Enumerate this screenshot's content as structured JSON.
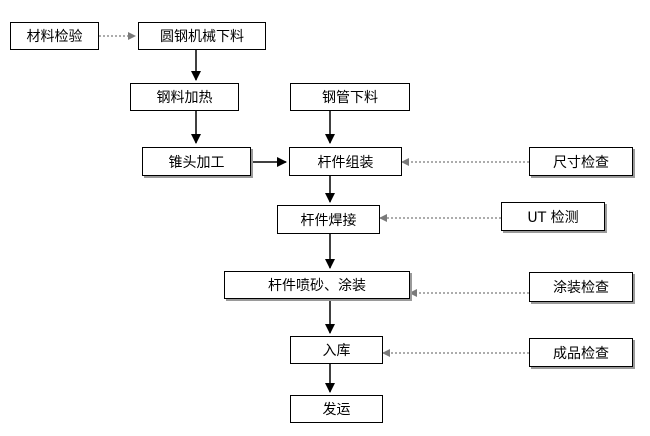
{
  "nodes": {
    "material_inspection": "材料检验",
    "round_steel_cutting": "圆钢机械下料",
    "steel_heating": "钢料加热",
    "steel_pipe_cutting": "钢管下料",
    "cone_head_processing": "锥头加工",
    "rod_assembly": "杆件组装",
    "dimension_check": "尺寸检查",
    "rod_welding": "杆件焊接",
    "ut_inspection": "UT 检测",
    "rod_blasting_coating": "杆件喷砂、涂装",
    "coating_check": "涂装检查",
    "warehousing": "入库",
    "finished_product_check": "成品检查",
    "shipping": "发运"
  },
  "connectors": {
    "solid_color": "#000000",
    "dotted_color": "#7a7a7a"
  }
}
